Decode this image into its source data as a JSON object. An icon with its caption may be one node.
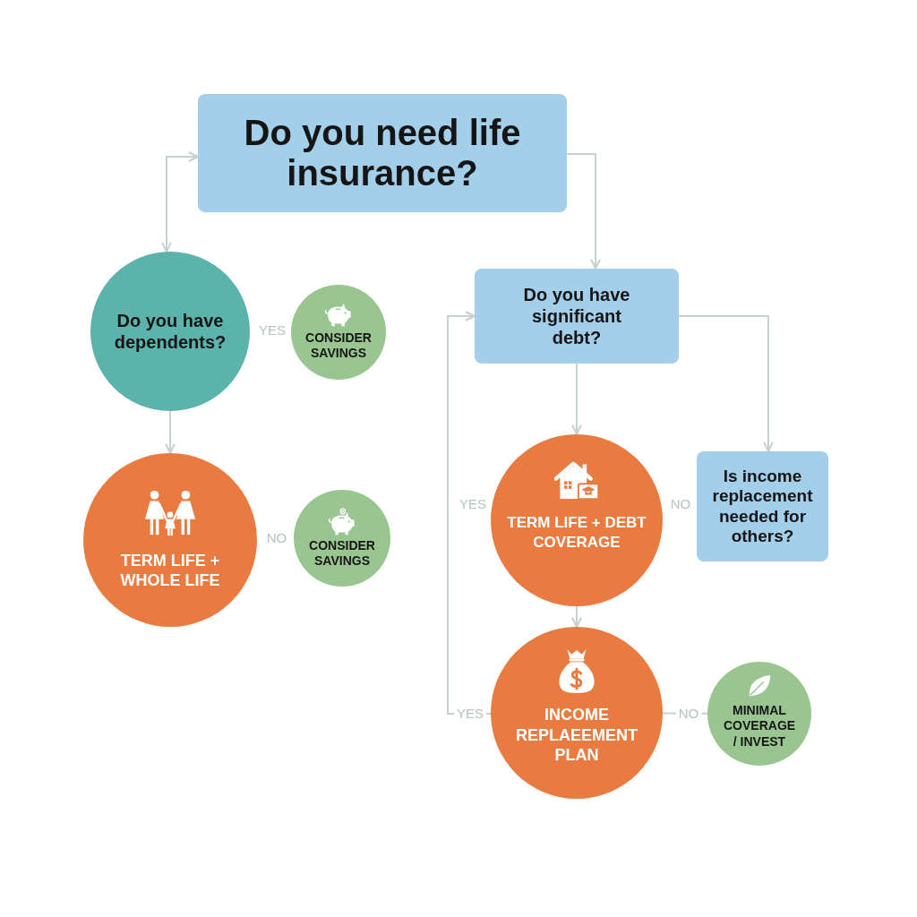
{
  "diagram": {
    "nodes": [
      {
        "text": [
          "Do you need life insurance?"
        ]
      },
      {
        "text": [
          "Do you have dependents?"
        ]
      },
      {
        "text": [
          "CONSIDER SAVINGS"
        ]
      },
      {
        "text": [
          "TERM LIFE + WHOLE LIFE"
        ]
      },
      {
        "text": [
          "CONSIDER SAVINGS"
        ]
      },
      {
        "text": [
          "Do you have significant debt?"
        ]
      },
      {
        "text": [
          "TERM LIFE + DEBT COVERAGE"
        ]
      },
      {
        "text": [
          "Is income replacement needed for others?"
        ]
      },
      {
        "text": [
          "INCOME REPLAEEMENT PLAN"
        ]
      },
      {
        "text": [
          "MINIMAL COVERAGE / INVEST"
        ]
      }
    ],
    "edges": [
      {
        "from": 0,
        "to": 1,
        "arrow": "both"
      },
      {
        "from": 0,
        "to": 5,
        "arrow": "to"
      },
      {
        "from": 1,
        "to": 3,
        "arrow": "to"
      },
      {
        "from": 5,
        "to": 6,
        "arrow": "to"
      },
      {
        "from": 5,
        "to": 7,
        "arrow": "to"
      },
      {
        "from": 6,
        "to": 8,
        "arrow": "to"
      },
      {
        "from": 8,
        "to": 5,
        "arrow": "to",
        "label": "YES"
      },
      {
        "from": 8,
        "to": 9,
        "arrow": "none",
        "label": "NO"
      }
    ],
    "labels": [
      "YES",
      "YES",
      "NO",
      "NO"
    ]
  }
}
